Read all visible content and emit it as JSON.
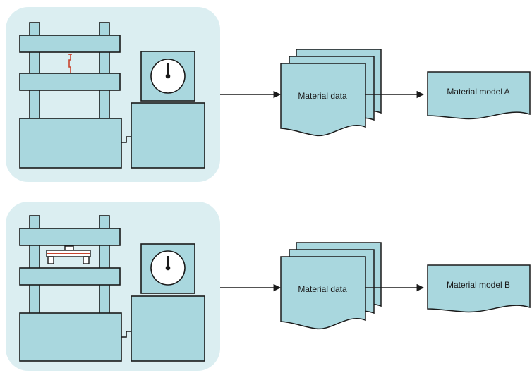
{
  "colors": {
    "panel": "#dbeef1",
    "fill": "#a9d7de",
    "stroke": "#1a1a1a",
    "gauge_face": "#ffffff",
    "specimen": "#c8442e",
    "background": "#ffffff"
  },
  "rows": [
    {
      "test": "tension",
      "data_label": "Material data",
      "model_label": "Material model A"
    },
    {
      "test": "bending",
      "data_label": "Material data",
      "model_label": "Material model B"
    }
  ]
}
